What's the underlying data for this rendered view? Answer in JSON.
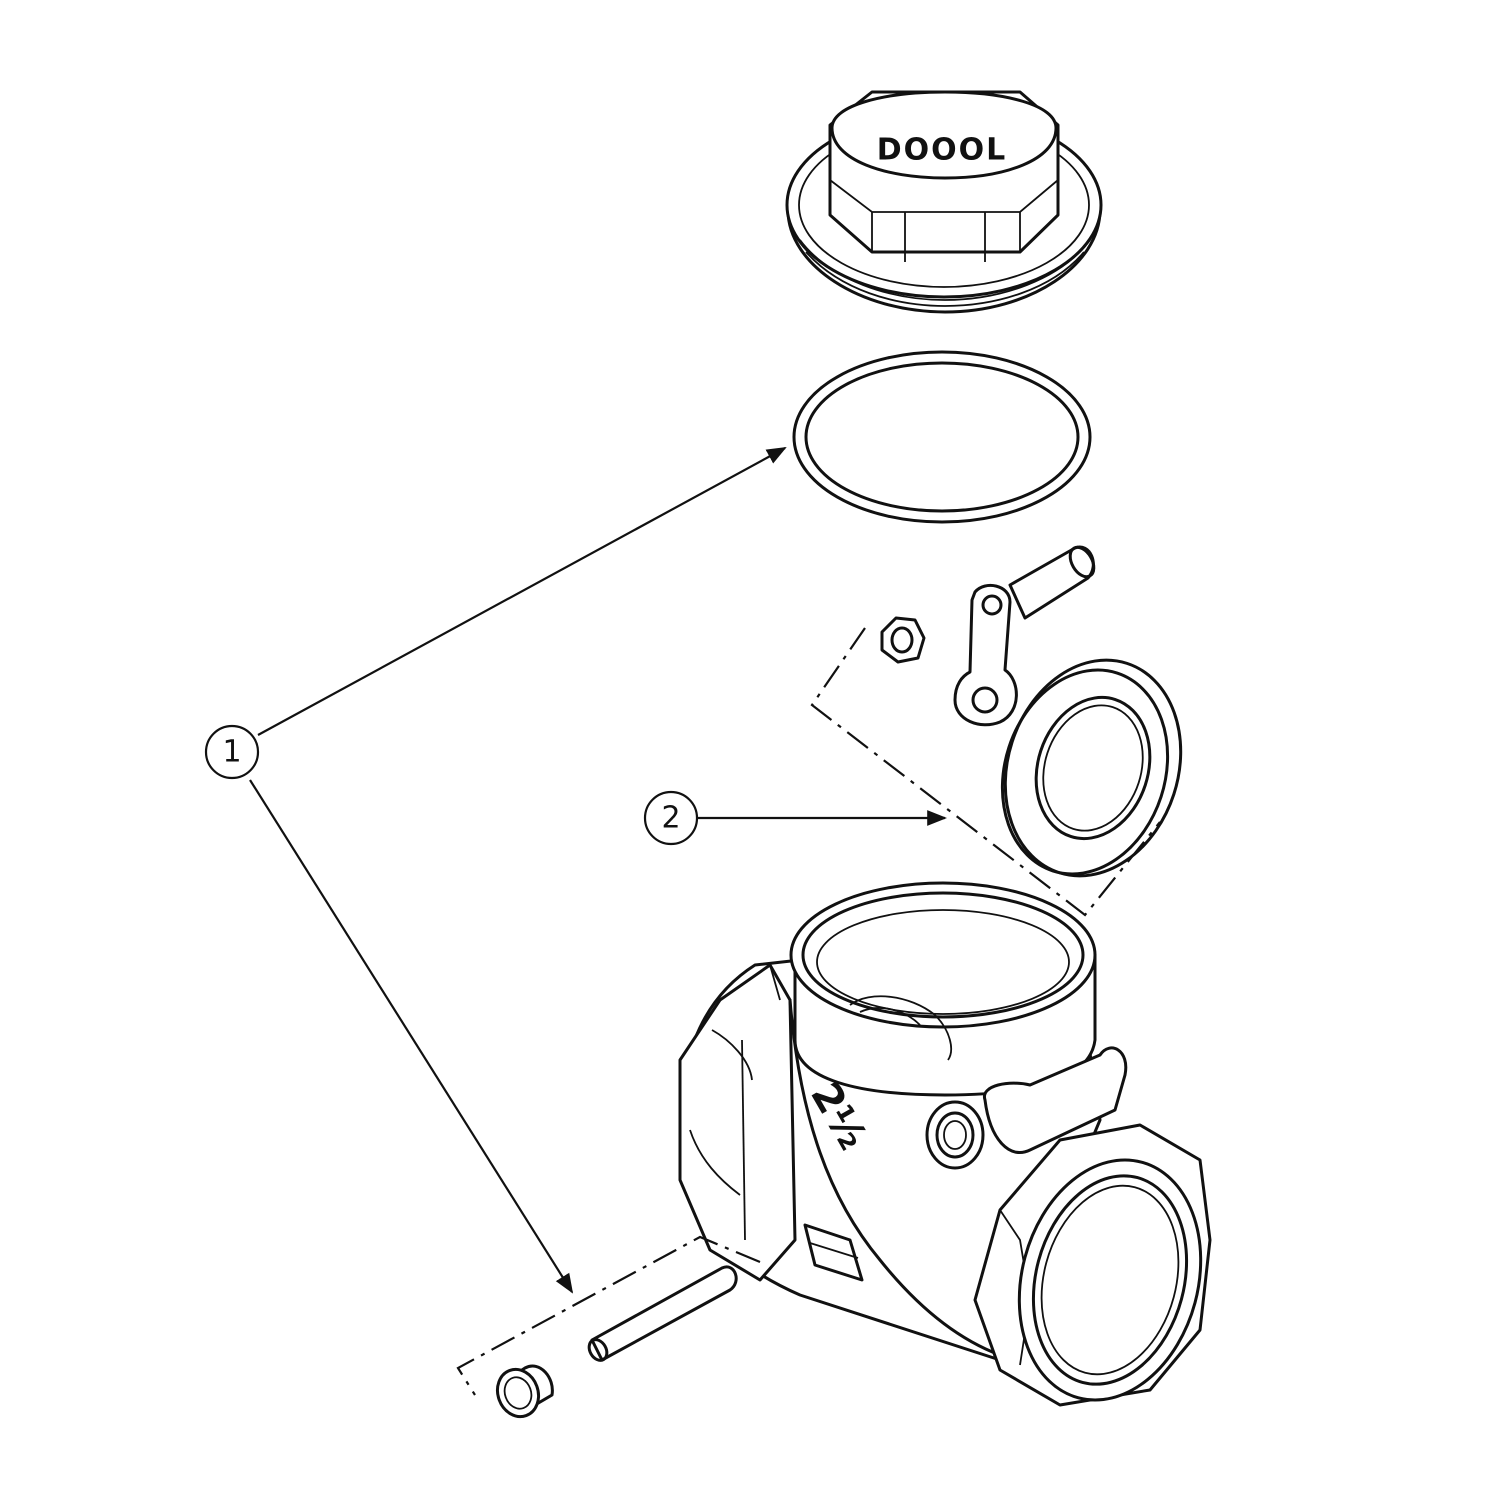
{
  "callouts": [
    {
      "id": "1",
      "label": "1"
    },
    {
      "id": "2",
      "label": "2"
    }
  ],
  "cap_marking": "DOOOL",
  "body_marking": "2½",
  "colors": {
    "line": "#111111",
    "background": "#ffffff"
  }
}
